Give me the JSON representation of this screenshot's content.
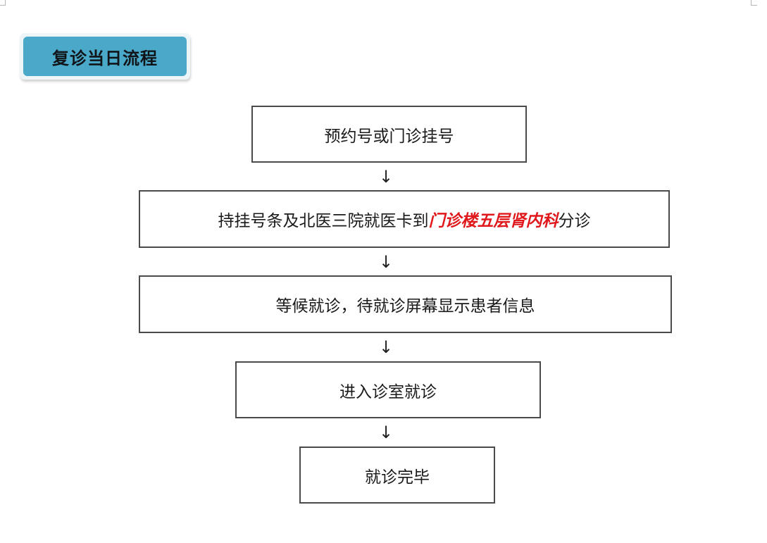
{
  "title": "复诊当日流程",
  "colors": {
    "title_bg": "#4aa8c8",
    "highlight_text": "#e0181c",
    "box_border": "#4a4a4a"
  },
  "arrow_glyph": "↓",
  "steps": [
    {
      "text": "预约号或门诊挂号"
    },
    {
      "text_before": "持挂号条及北医三院就医卡到",
      "text_highlight": "门诊楼五层肾内科",
      "text_after": "分诊"
    },
    {
      "text": "等候就诊，待就诊屏幕显示患者信息"
    },
    {
      "text": "进入诊室就诊"
    },
    {
      "text": "就诊完毕"
    }
  ]
}
